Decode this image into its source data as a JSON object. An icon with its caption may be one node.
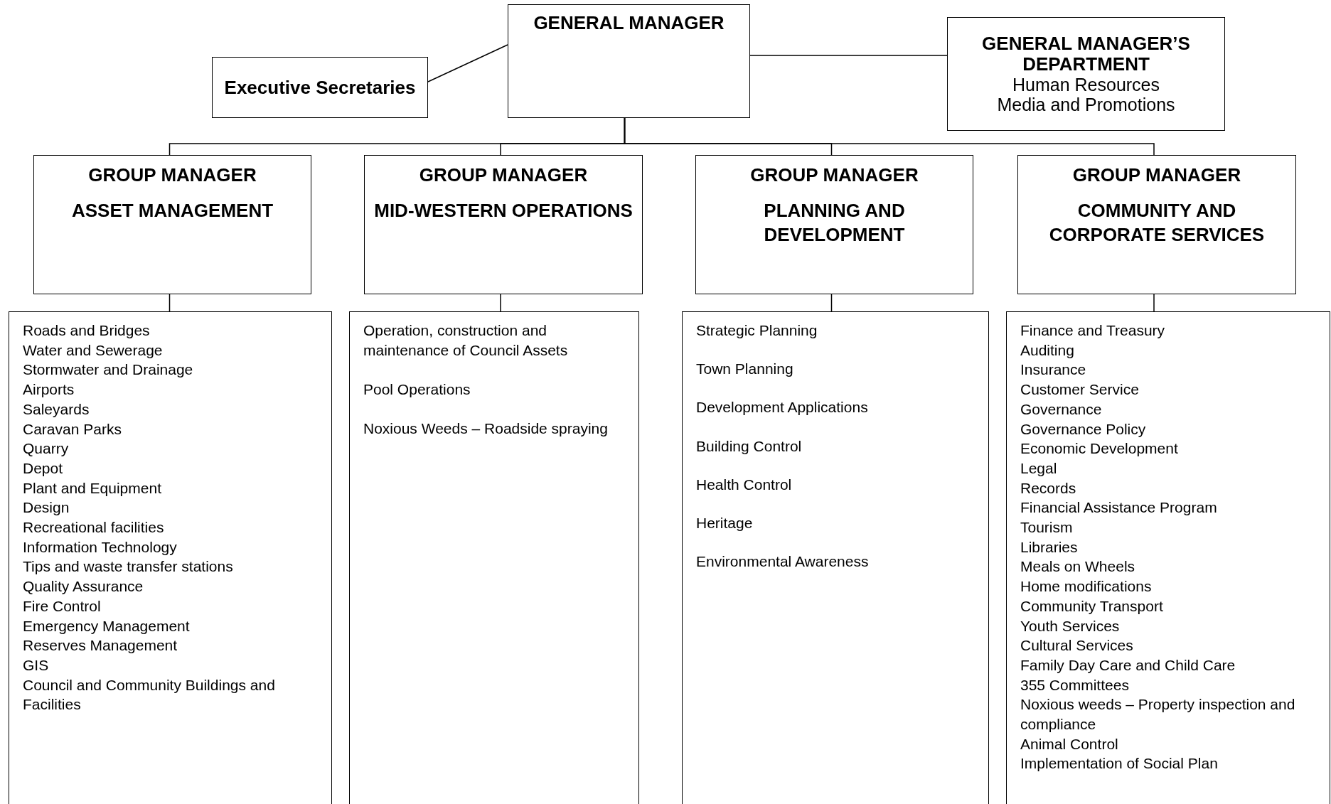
{
  "diagram": {
    "nodes": [
      {
        "text": [
          "GENERAL MANAGER"
        ]
      },
      {
        "text": [
          "Executive Secretaries"
        ]
      },
      {
        "text": [
          "GENERAL MANAGER’S DEPARTMENT",
          "Human Resources",
          "Media and Promotions"
        ]
      },
      {
        "text": [
          "GROUP MANAGER",
          "ASSET MANAGEMENT"
        ]
      },
      {
        "text": [
          "GROUP MANAGER",
          "MID-WESTERN OPERATIONS"
        ]
      },
      {
        "text": [
          "GROUP MANAGER",
          "PLANNING AND DEVELOPMENT"
        ]
      },
      {
        "text": [
          "GROUP MANAGER",
          "COMMUNITY AND CORPORATE SERVICES"
        ]
      },
      {
        "text": [
          "Roads and Bridges",
          "Water and Sewerage",
          "Stormwater and Drainage",
          "Airports",
          "Saleyards",
          "Caravan Parks",
          "Quarry",
          "Depot",
          "Plant and Equipment",
          "Design",
          "Recreational facilities",
          "Information Technology",
          "Tips and waste transfer stations",
          "Quality Assurance",
          "Fire Control",
          "Emergency Management",
          "Reserves Management",
          "GIS",
          "Council and Community Buildings and Facilities"
        ]
      },
      {
        "text": [
          "Operation, construction and maintenance of Council Assets",
          "Pool Operations",
          "Noxious Weeds – Roadside spraying"
        ]
      },
      {
        "text": [
          "Strategic Planning",
          "Town Planning",
          "Development Applications",
          "Building Control",
          "Health Control",
          "Heritage",
          "Environmental Awareness"
        ]
      },
      {
        "text": [
          "Finance and Treasury",
          "Auditing",
          "Insurance",
          "Customer Service",
          "Governance",
          "Governance Policy",
          "Economic Development",
          "Legal",
          "Records",
          "Financial Assistance Program",
          "Tourism",
          "Libraries",
          "Meals on Wheels",
          "Home modifications",
          "Community Transport",
          "Youth Services",
          "Cultural Services",
          "Family Day Care and Child Care",
          "355 Committees",
          "Noxious weeds – Property inspection and compliance",
          "Animal Control",
          "Implementation of Social Plan"
        ]
      }
    ],
    "edges": [
      {
        "from": 0,
        "to": 1,
        "arrow": "none"
      },
      {
        "from": 0,
        "to": 2,
        "arrow": "none"
      },
      {
        "from": 0,
        "to": 3,
        "arrow": "none"
      },
      {
        "from": 0,
        "to": 4,
        "arrow": "none"
      },
      {
        "from": 0,
        "to": 5,
        "arrow": "none"
      },
      {
        "from": 0,
        "to": 6,
        "arrow": "none"
      },
      {
        "from": 3,
        "to": 7,
        "arrow": "none"
      },
      {
        "from": 4,
        "to": 8,
        "arrow": "none"
      },
      {
        "from": 5,
        "to": 9,
        "arrow": "none"
      },
      {
        "from": 6,
        "to": 10,
        "arrow": "none"
      }
    ]
  }
}
